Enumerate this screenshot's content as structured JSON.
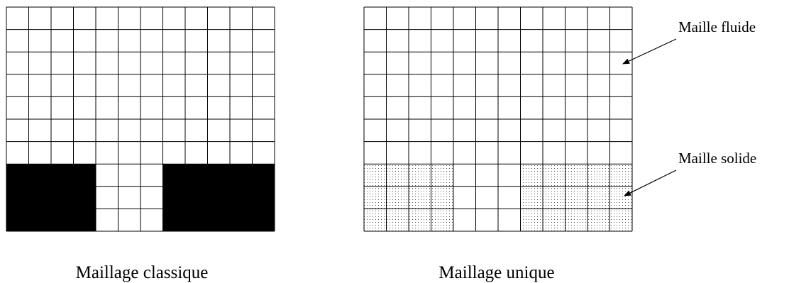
{
  "diagrams": {
    "classic": {
      "caption": "Maillage classique",
      "cols": 12,
      "rows": 10,
      "solid_blocks": [
        {
          "col_start": 0,
          "col_end": 4,
          "row_start": 7,
          "row_end": 10
        },
        {
          "col_start": 7,
          "col_end": 12,
          "row_start": 7,
          "row_end": 10
        }
      ],
      "solid_color": "#000000"
    },
    "unique": {
      "caption": "Maillage unique",
      "cols": 12,
      "rows": 10,
      "dotted_blocks": [
        {
          "col_start": 0,
          "col_end": 4,
          "row_start": 7,
          "row_end": 10
        },
        {
          "col_start": 7,
          "col_end": 12,
          "row_start": 7,
          "row_end": 10
        }
      ],
      "dot_color": "#555555"
    }
  },
  "annotations": {
    "fluid": "Maille fluide",
    "solid": "Maille solide"
  },
  "colors": {
    "grid_line": "#000000",
    "background": "#ffffff"
  }
}
